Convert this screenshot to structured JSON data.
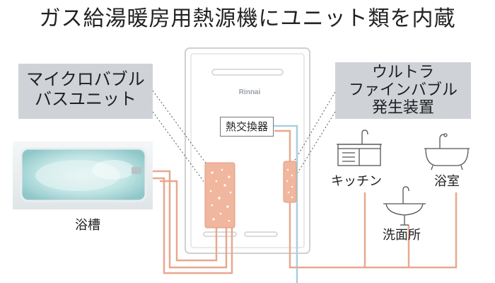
{
  "title": "ガス給湯暖房用熱源機にユニット類を内蔵",
  "callouts": {
    "left": [
      "マイクロバブル",
      "バスユニット"
    ],
    "right": [
      "ウルトラ",
      "ファインバブル",
      "発生装置"
    ]
  },
  "heater": {
    "brand": "Rinnai",
    "heat_exchanger_label": "熱交換器"
  },
  "fixtures": {
    "bathtub_label": "浴槽",
    "kitchen_label": "キッチン",
    "bathroom_label": "浴室",
    "washstand_label": "洗面所"
  },
  "colors": {
    "pipe": "#e8a88f",
    "pipe_blue": "#a9cfe0",
    "callout_bg": "#cfd3d8",
    "heater_outline": "#d0d0d0"
  },
  "icons": [
    "bathtub-image",
    "kitchen-sink-icon",
    "bathtub-icon",
    "washbasin-icon"
  ]
}
